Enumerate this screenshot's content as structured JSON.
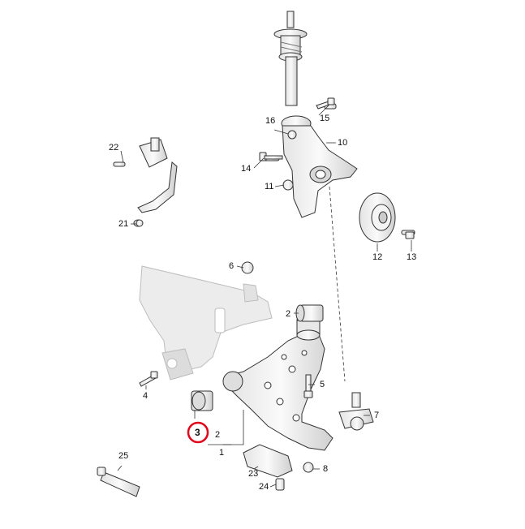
{
  "diagram": {
    "title": "",
    "highlighted_part": "3",
    "highlight_color": "#e0001a",
    "line_color": "#222222",
    "part_fill": "#f2f2f2",
    "part_shade": "#cfcfcf",
    "subframe_fill": "#ececec",
    "parts": {
      "p1": "1",
      "p2a": "2",
      "p2b": "2",
      "p3": "3",
      "p4": "4",
      "p5": "5",
      "p6": "6",
      "p7": "7",
      "p8": "8",
      "p10": "10",
      "p11": "11",
      "p12": "12",
      "p13": "13",
      "p14": "14",
      "p15": "15",
      "p16": "16",
      "p21": "21",
      "p22": "22",
      "p23": "23",
      "p24": "24",
      "p25": "25"
    }
  }
}
